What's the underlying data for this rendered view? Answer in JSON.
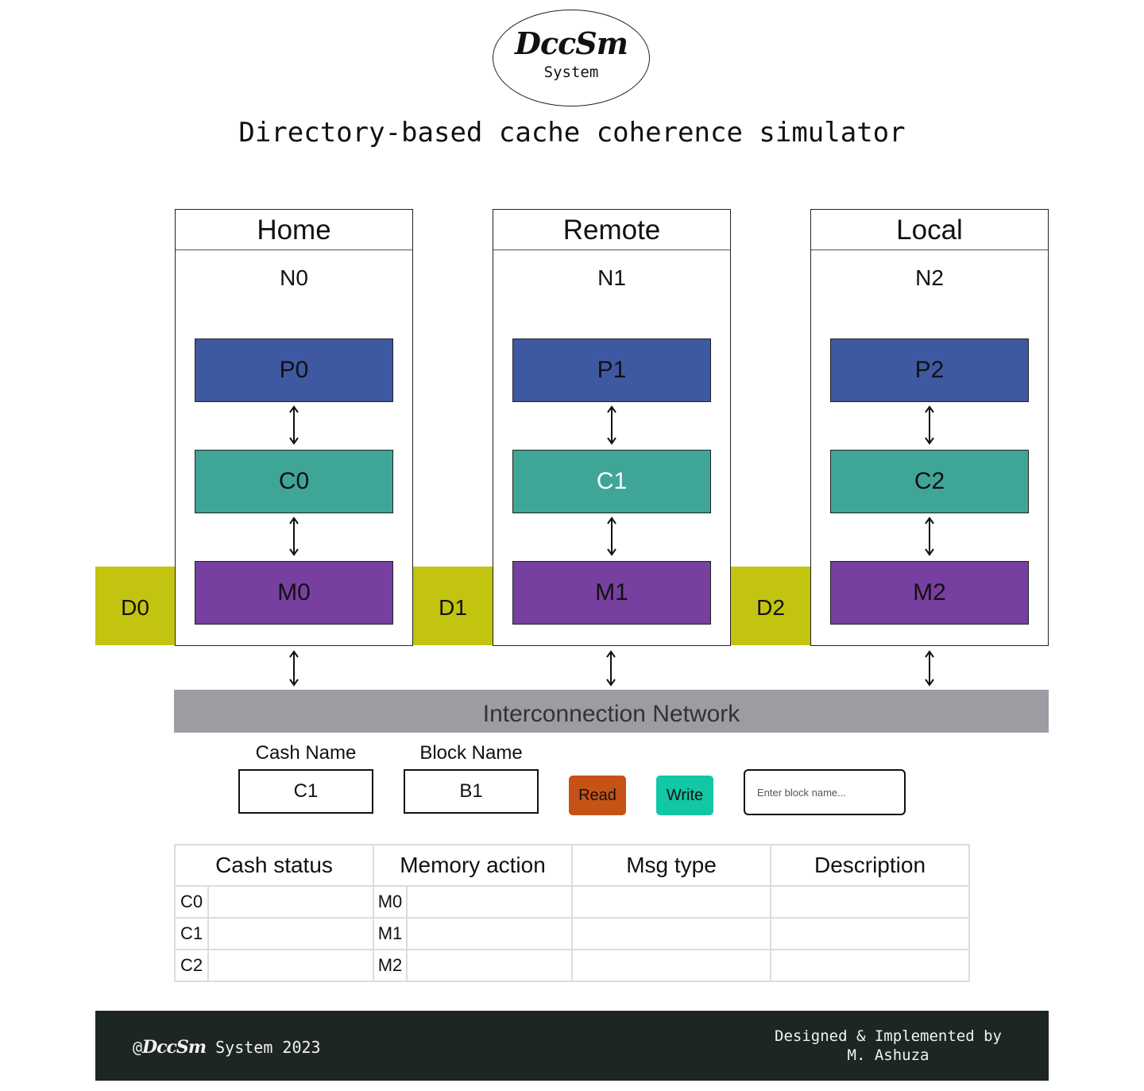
{
  "logo": {
    "main": "DccSm",
    "sub": "System"
  },
  "title": "Directory-based cache coherence simulator",
  "nodes": [
    {
      "role": "Home",
      "id": "N0",
      "processor": "P0",
      "cache": "C0",
      "memory": "M0",
      "directory": "D0"
    },
    {
      "role": "Remote",
      "id": "N1",
      "processor": "P1",
      "cache": "C1",
      "memory": "M1",
      "directory": "D1"
    },
    {
      "role": "Local",
      "id": "N2",
      "processor": "P2",
      "cache": "C2",
      "memory": "M2",
      "directory": "D2"
    }
  ],
  "colors": {
    "processor": "#3f58a2",
    "cache": "#3fa597",
    "memory": "#773f9f",
    "directory": "#c2c410",
    "network": "#9e9ba3",
    "read": "#c65316",
    "write": "#12c7a3",
    "footer": "#1d2624"
  },
  "network": "Interconnection Network",
  "controls": {
    "cash_name_label": "Cash Name",
    "cash_name_value": "C1",
    "block_name_label": "Block Name",
    "block_name_value": "B1",
    "read_label": "Read",
    "write_label": "Write",
    "block_input_placeholder": "Enter block name..."
  },
  "table": {
    "headers": [
      "Cash status",
      "Memory action",
      "Msg type",
      "Description"
    ],
    "rows": [
      {
        "cache": "C0",
        "cache_status": "",
        "memory": "M0",
        "memory_action": "",
        "msg_type": "",
        "description": ""
      },
      {
        "cache": "C1",
        "cache_status": "",
        "memory": "M1",
        "memory_action": "",
        "msg_type": "",
        "description": ""
      },
      {
        "cache": "C2",
        "cache_status": "",
        "memory": "M2",
        "memory_action": "",
        "msg_type": "",
        "description": ""
      }
    ]
  },
  "footer": {
    "at": "@",
    "logo": "DccSm",
    "suffix": "System 2023",
    "credit_line1": "Designed & Implemented by",
    "credit_line2": "M. Ashuza"
  }
}
